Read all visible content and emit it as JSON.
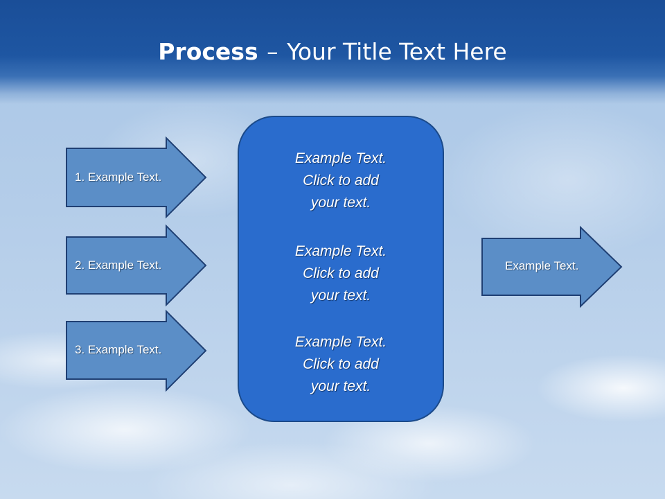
{
  "slide": {
    "title_bold": "Process",
    "title_separator": "–",
    "title_rest": "Your Title Text Here"
  },
  "left_arrows": [
    {
      "label": "1. Example Text."
    },
    {
      "label": "2. Example Text."
    },
    {
      "label": "3. Example Text."
    }
  ],
  "center_box": {
    "blocks": [
      {
        "line1": "Example Text.",
        "line2": "Click  to add",
        "line3": "your text."
      },
      {
        "line1": "Example Text.",
        "line2": "Click  to add",
        "line3": "your text."
      },
      {
        "line1": "Example Text.",
        "line2": "Click  to add",
        "line3": "your text."
      }
    ]
  },
  "right_arrow": {
    "label": "Example Text."
  },
  "colors": {
    "header": "#1e56a2",
    "arrow_fill": "#5b8ec7",
    "arrow_stroke": "#1f3f73",
    "box_fill": "#2a6ccd",
    "box_stroke": "#1b4a8a"
  }
}
